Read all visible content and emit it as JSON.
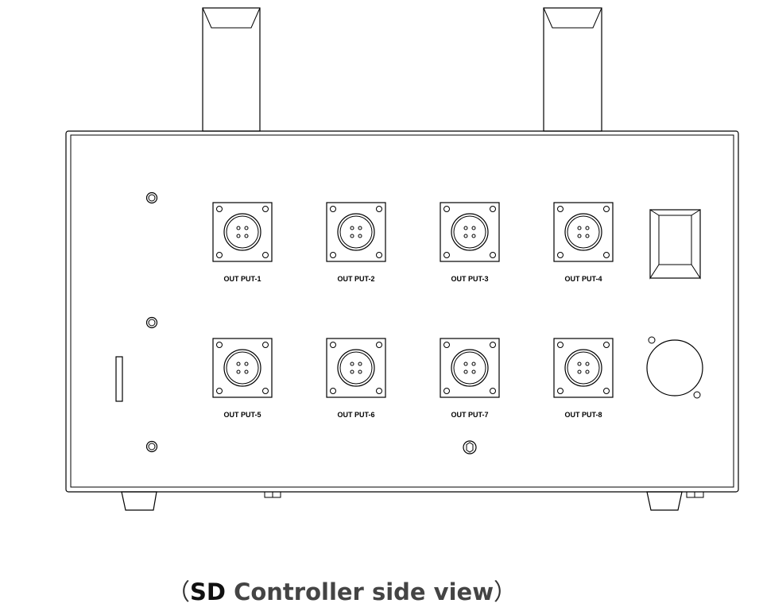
{
  "title": "",
  "ports": {
    "top_row": [
      "OUT PUT-1",
      "OUT PUT-2",
      "OUT PUT-3",
      "OUT PUT-4"
    ],
    "bottom_row": [
      "OUT PUT-5",
      "OUT PUT-6",
      "OUT PUT-7",
      "OUT PUT-8"
    ]
  },
  "caption": {
    "open_bracket": "（",
    "model": "SD",
    "text": " Controller side view",
    "close_bracket": "）"
  },
  "colors": {
    "line": "#000000",
    "caption_text": "#444444",
    "background": "#ffffff"
  }
}
